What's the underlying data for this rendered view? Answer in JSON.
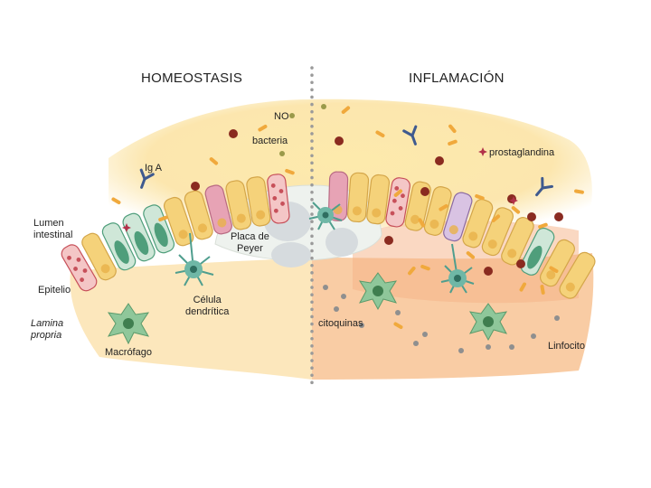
{
  "headers": {
    "left": "HOMEOSTASIS",
    "right": "INFLAMACIÓN"
  },
  "labels": {
    "no": "NO",
    "bacteria": "bacteria",
    "iga": "Ig A",
    "prostaglandina": "prostaglandina",
    "lumen_line1": "Lumen",
    "lumen_line2": "intestinal",
    "placa_line1": "Placa de",
    "placa_line2": "Peyer",
    "epitelio": "Epitelio",
    "celula_line1": "Célula",
    "celula_line2": "dendrítica",
    "lamina_line1": "Lamina",
    "lamina_line2": "propria",
    "macrofago": "Macrófago",
    "citoquinas": "citoquinas",
    "linfocito": "Linfocito"
  },
  "colors": {
    "lumen_yellow": "#fbe7a0",
    "tissue_orange": "#f8c98f",
    "epithelial_cell": "#f5d27a",
    "goblet_pink": "#e7a3b5",
    "green_cell": "#4f9e7b",
    "teal_immune": "#6fb7a6",
    "bacteria_orange": "#f0a93c",
    "dark_particle": "#8a2b20",
    "antibody_blue": "#3f5a8f",
    "divider_gray": "#9a9a9a"
  }
}
